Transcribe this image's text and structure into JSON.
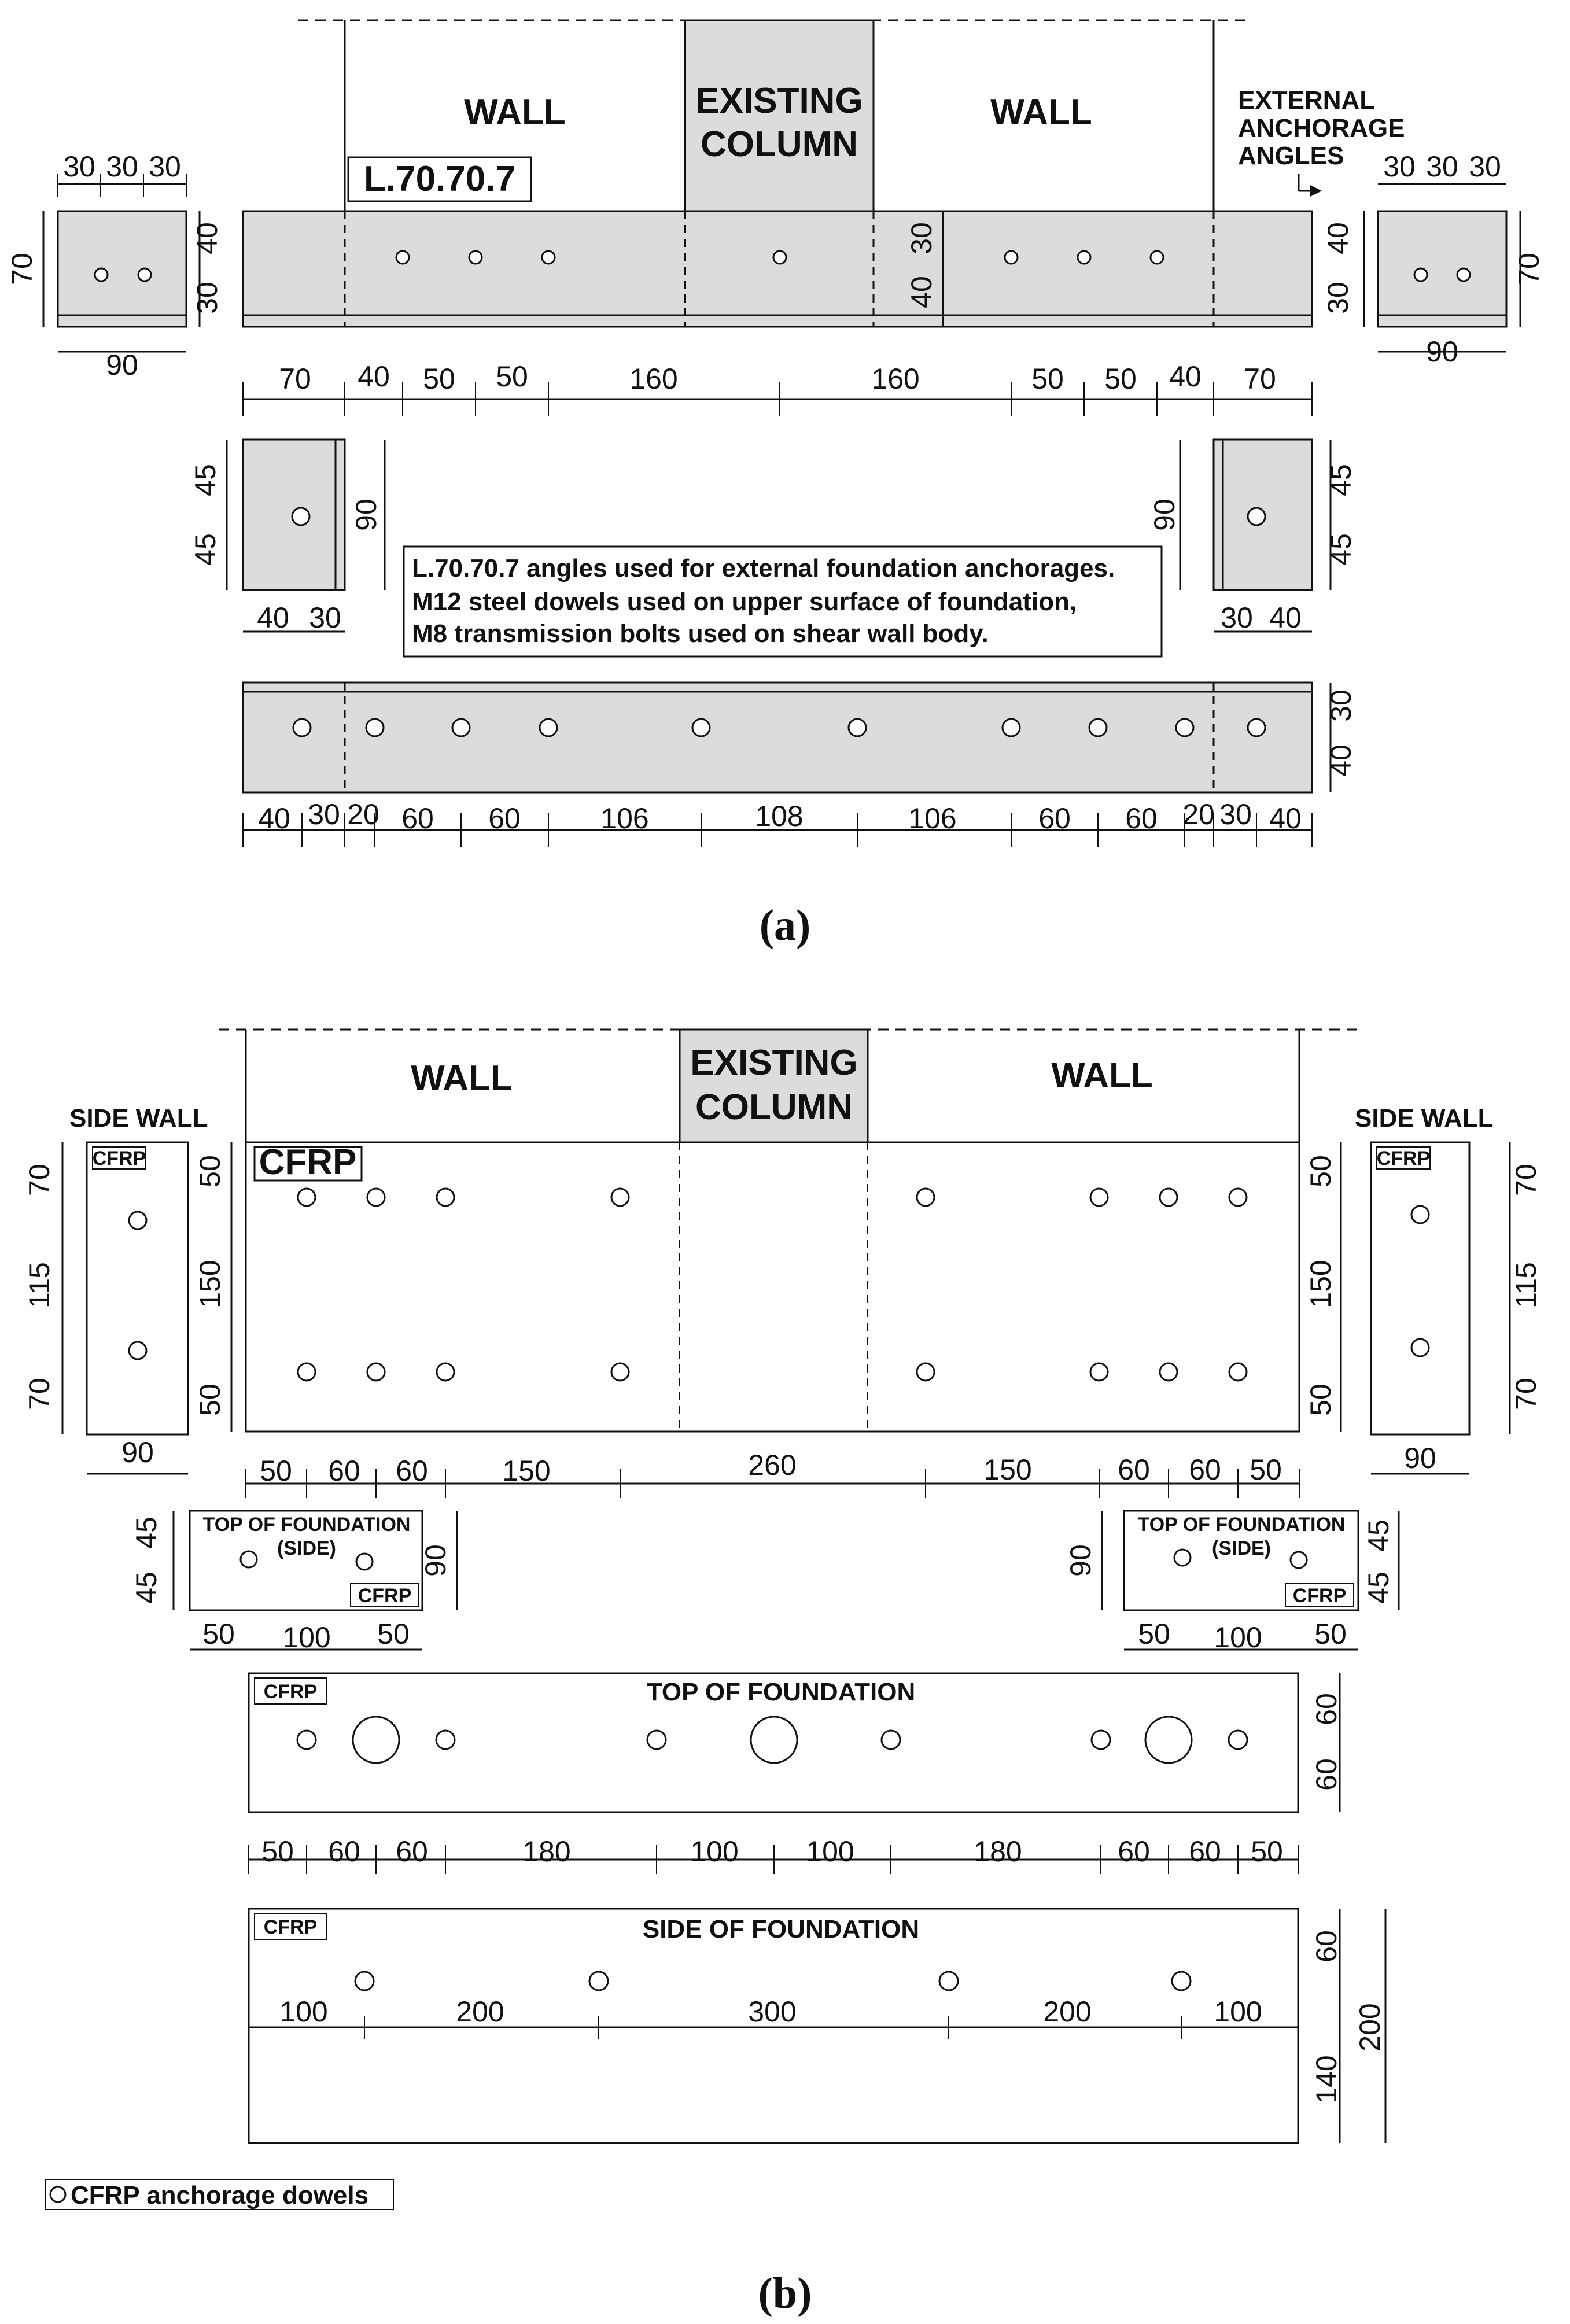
{
  "panel_a": {
    "caption": "(a)",
    "labels": {
      "wall_left": "WALL",
      "existing_column_1": "EXISTING",
      "existing_column_2": "COLUMN",
      "wall_right": "WALL",
      "external_1": "EXTERNAL",
      "external_2": "ANCHORAGE",
      "external_3": "ANGLES",
      "angle_tag": "L.70.70.7"
    },
    "note_lines": [
      "L.70.70.7 angles used for external foundation anchorages.",
      "M12 steel dowels used on upper surface of foundation,",
      "M8 transmission bolts used on shear wall body."
    ],
    "dims": {
      "top_left_segments": [
        "30",
        "30",
        "30"
      ],
      "top_right_segments": [
        "30",
        "30",
        "30"
      ],
      "left_box_height": "70",
      "left_box_40": "40",
      "left_box_30": "30",
      "left_box_width": "90",
      "right_box_height": "70",
      "right_box_40": "40",
      "right_box_30": "30",
      "right_box_width": "90",
      "beam_mid_30": "30",
      "beam_mid_40": "40",
      "row1": [
        "70",
        "40",
        "50",
        "50",
        "160",
        "160",
        "50",
        "50",
        "40",
        "70"
      ],
      "mid_left_45a": "45",
      "mid_left_45b": "45",
      "mid_left_90": "90",
      "mid_left_bottom": [
        "40",
        "30"
      ],
      "mid_right_90": "90",
      "mid_right_45a": "45",
      "mid_right_45b": "45",
      "mid_right_bottom": [
        "30",
        "40"
      ],
      "bottom_beam_30": "30",
      "bottom_beam_40": "40",
      "row2": [
        "40",
        "30",
        "20",
        "60",
        "60",
        "106",
        "108",
        "106",
        "60",
        "60",
        "20",
        "30",
        "40"
      ]
    }
  },
  "panel_b": {
    "caption": "(b)",
    "labels": {
      "wall_left": "WALL",
      "existing_column_1": "EXISTING",
      "existing_column_2": "COLUMN",
      "wall_right": "WALL",
      "side_wall_left": "SIDE WALL",
      "side_wall_right": "SIDE WALL",
      "cfrp_main": "CFRP",
      "cfrp_small": "CFRP",
      "top_side_1": "TOP OF FOUNDATION",
      "top_side_2": "(SIDE)",
      "top_of_foundation": "TOP OF FOUNDATION",
      "side_of_foundation": "SIDE OF FOUNDATION",
      "legend": "CFRP anchorage dowels"
    },
    "dims": {
      "side_wall_left_v": [
        "70",
        "115",
        "70"
      ],
      "side_wall_left_w": "90",
      "side_wall_right_v": [
        "70",
        "115",
        "70"
      ],
      "side_wall_right_w": "90",
      "wall_left_v": [
        "50",
        "150",
        "50"
      ],
      "wall_right_v": [
        "50",
        "150",
        "50"
      ],
      "row1": [
        "50",
        "60",
        "60",
        "150",
        "260",
        "150",
        "60",
        "60",
        "50"
      ],
      "side_left_v": [
        "45",
        "45"
      ],
      "side_left_90": "90",
      "side_left_h": [
        "50",
        "100",
        "50"
      ],
      "side_right_90": "90",
      "side_right_v": [
        "45",
        "45"
      ],
      "side_right_h": [
        "50",
        "100",
        "50"
      ],
      "top_v": [
        "60",
        "60"
      ],
      "row2": [
        "50",
        "60",
        "60",
        "180",
        "100",
        "100",
        "180",
        "60",
        "60",
        "50"
      ],
      "side_h": [
        "100",
        "200",
        "300",
        "200",
        "100"
      ],
      "side_v60": "60",
      "side_v140": "140",
      "side_v200": "200"
    }
  }
}
